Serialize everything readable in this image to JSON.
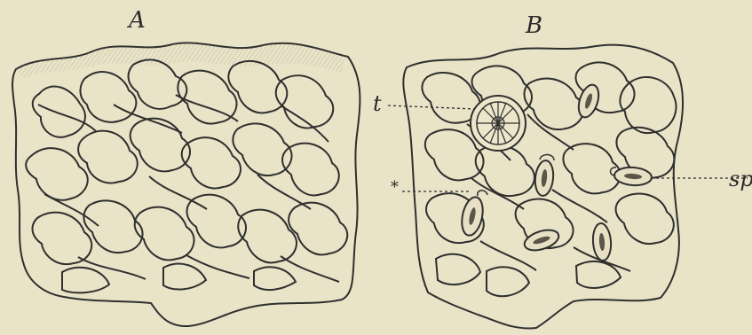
{
  "figure": {
    "panels": [
      {
        "id": "A",
        "label": "A"
      },
      {
        "id": "B",
        "label": "B"
      }
    ],
    "callouts": [
      {
        "id": "t",
        "label": "t"
      },
      {
        "id": "sp",
        "label": "sp"
      },
      {
        "id": "star",
        "label": "*"
      }
    ],
    "colors": {
      "background": "#e9e3c7",
      "ink": "#2f2f2f",
      "margin_shading": "#cfc8ad"
    }
  }
}
